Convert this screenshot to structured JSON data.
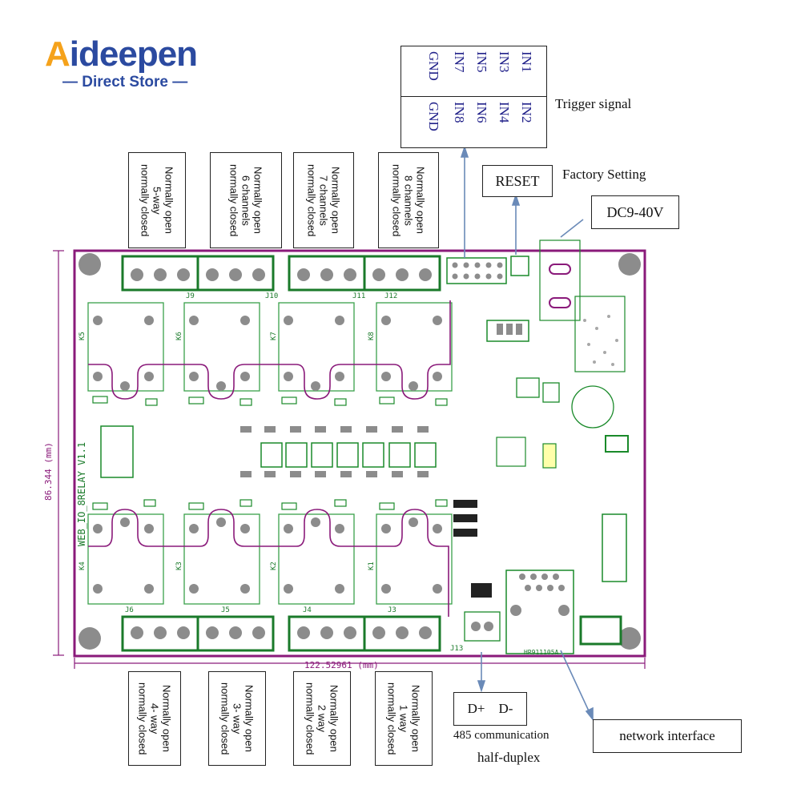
{
  "brand": {
    "name_a": "A",
    "name_rest": "ideepen",
    "subtitle": "— Direct Store —"
  },
  "trigger": {
    "row_top": [
      "IN1",
      "IN3",
      "IN5",
      "IN7",
      "GND"
    ],
    "row_bottom": [
      "IN2",
      "IN4",
      "IN6",
      "IN8",
      "GND"
    ],
    "label": "Trigger signal"
  },
  "reset": {
    "button": "RESET",
    "label": "Factory Setting"
  },
  "power": {
    "label": "DC9-40V"
  },
  "relay_top": [
    {
      "line1": "Normally open",
      "line2": "5-way",
      "line3": "normally closed"
    },
    {
      "line1": "Normally open",
      "line2": "6 channels",
      "line3": "normally closed"
    },
    {
      "line1": "Normally open",
      "line2": "7 channels",
      "line3": "normally closed"
    },
    {
      "line1": "Normally open",
      "line2": "8 channels",
      "line3": "normally closed"
    }
  ],
  "relay_bottom": [
    {
      "line1": "Normally open",
      "line2": "4- way",
      "line3": "normally closed"
    },
    {
      "line1": "Normally open",
      "line2": "3- way",
      "line3": "normally closed"
    },
    {
      "line1": "Normally open",
      "line2": "2 way",
      "line3": "normally closed"
    },
    {
      "line1": "Normally open",
      "line2": "1 way",
      "line3": "normally closed"
    }
  ],
  "rs485": {
    "pins": "D+    D-",
    "label1": "485 communication",
    "label2": "half-duplex"
  },
  "network": {
    "label": "network interface"
  },
  "board": {
    "dim_width": "122.52961 (mm)",
    "dim_height": "86.344 (mm)",
    "silkscreen_name": "WEB_IO_8RELAY V1.1",
    "relays_top": [
      "K5",
      "K6",
      "K7",
      "K8"
    ],
    "relays_bottom": [
      "K4",
      "K3",
      "K2",
      "K1"
    ],
    "conn_top": [
      "J9",
      "J10",
      "J11",
      "J12"
    ],
    "conn_bottom": [
      "J6",
      "J5",
      "J4",
      "J3"
    ],
    "j13": "J13",
    "ethernet_ref": "HR911105A",
    "colors": {
      "board_outline": "#8a1a7a",
      "silkscreen": "#1a8a2a",
      "relay_outline": "#3aa04a",
      "annotation_line": "#6a8ab8"
    }
  }
}
